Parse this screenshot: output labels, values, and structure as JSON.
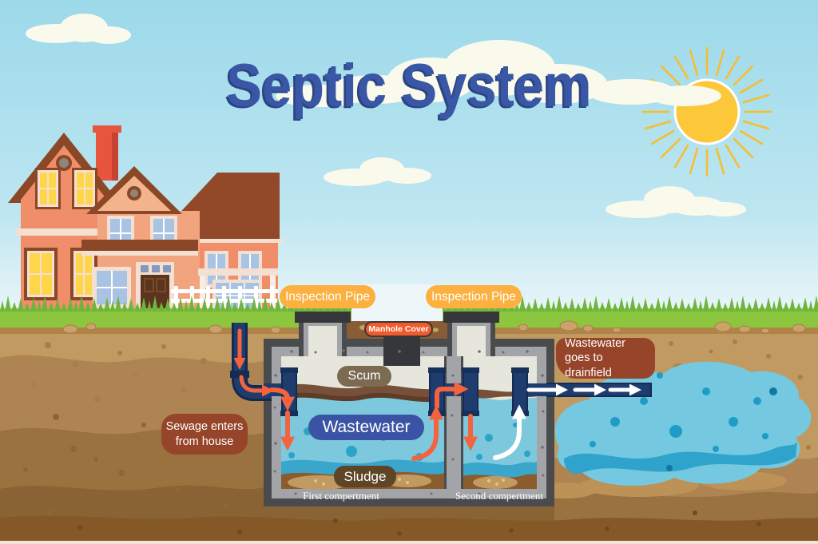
{
  "title": "Septic System",
  "labels": {
    "inspection_pipe_left": "Inspection Pipe",
    "inspection_pipe_right": "Inspection Pipe",
    "manhole_cover": "Manhole Cover",
    "scum": "Scum",
    "wastewater": "Wastewater",
    "sludge": "Sludge",
    "sewage_inlet": "Sewage enters from house",
    "drainfield_outlet": "Wastewater goes to drainfield",
    "first_compartment": "First compertment",
    "second_compartment": "Second compertment"
  },
  "colors": {
    "title_blue": "#3A57A5",
    "sky": "#9FDAEA",
    "sun_yellow": "#FDC73A",
    "grass_green": "#8CC63F",
    "soil_light": "#C19A62",
    "soil_dark": "#8A5C2E",
    "tank_wall_dark": "#4A4B4D",
    "tank_wall_light": "#A2A4A7",
    "tank_interior": "#E6E6DC",
    "water_blue": "#7EC8DE",
    "scum_brown": "#77503A",
    "pipe_navy": "#1E3C6E",
    "arrow_orange": "#F4633E",
    "arrow_white": "#FFFFFF",
    "label_yellow": "#FBB040",
    "label_red_orange": "#F15A29",
    "label_rust": "#96452A",
    "label_blue": "#3A53A4",
    "label_scum": "#7C6B53",
    "label_sludge": "#5E4526"
  }
}
